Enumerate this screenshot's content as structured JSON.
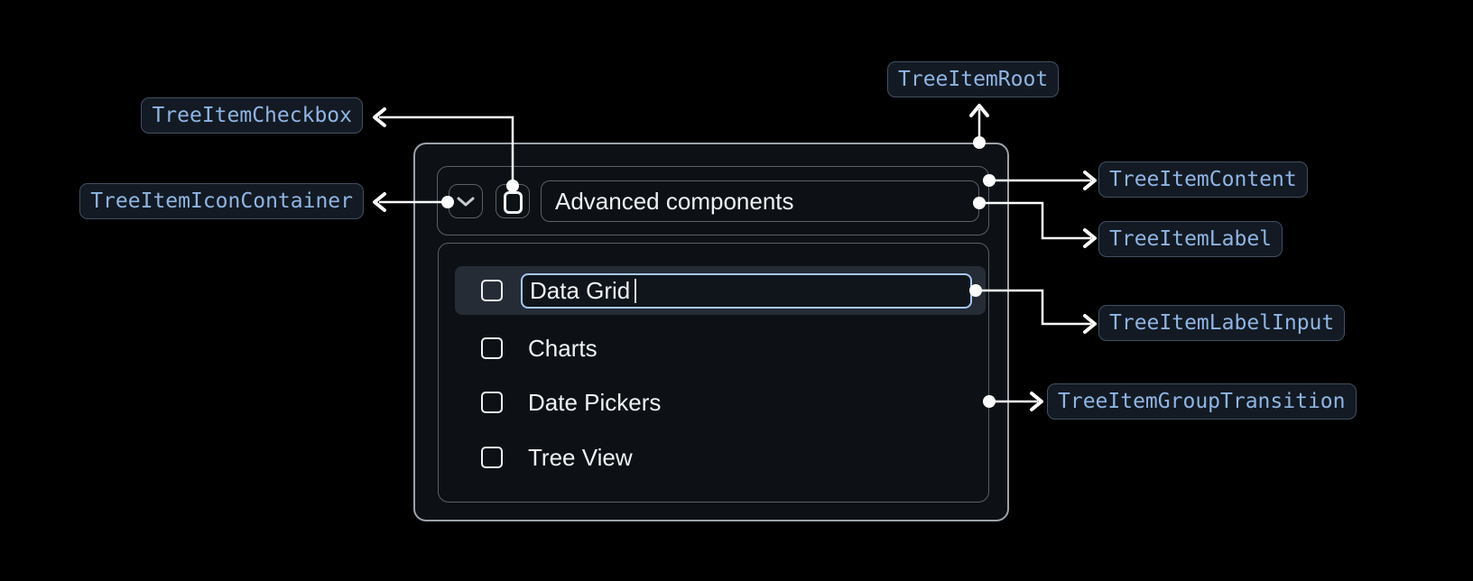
{
  "colors": {
    "background": "#000000",
    "panel_background": "#0d1115",
    "panel_border": "#9aa2aa",
    "inner_border": "#596068",
    "row_highlight": "#252c36",
    "input_border": "#a6c8f8",
    "chip_background": "#131a23",
    "chip_border": "#415061",
    "chip_text": "#8fb5e3",
    "text": "#f0f2f5",
    "connector": "#fcfcfc"
  },
  "icons": {
    "chevron": "chevron-down-icon",
    "checkbox": "checkbox-unchecked-icon"
  },
  "annotations": {
    "checkbox": {
      "label": "TreeItemCheckbox"
    },
    "icon_container": {
      "label": "TreeItemIconContainer"
    },
    "root": {
      "label": "TreeItemRoot"
    },
    "content": {
      "label": "TreeItemContent"
    },
    "label": {
      "label": "TreeItemLabel"
    },
    "label_input": {
      "label": "TreeItemLabelInput"
    },
    "group_transition": {
      "label": "TreeItemGroupTransition"
    }
  },
  "tree": {
    "parent": {
      "label": "Advanced components"
    },
    "edit_item": {
      "value": "Data Grid"
    },
    "items": [
      {
        "label": "Charts"
      },
      {
        "label": "Date Pickers"
      },
      {
        "label": "Tree View"
      }
    ]
  }
}
